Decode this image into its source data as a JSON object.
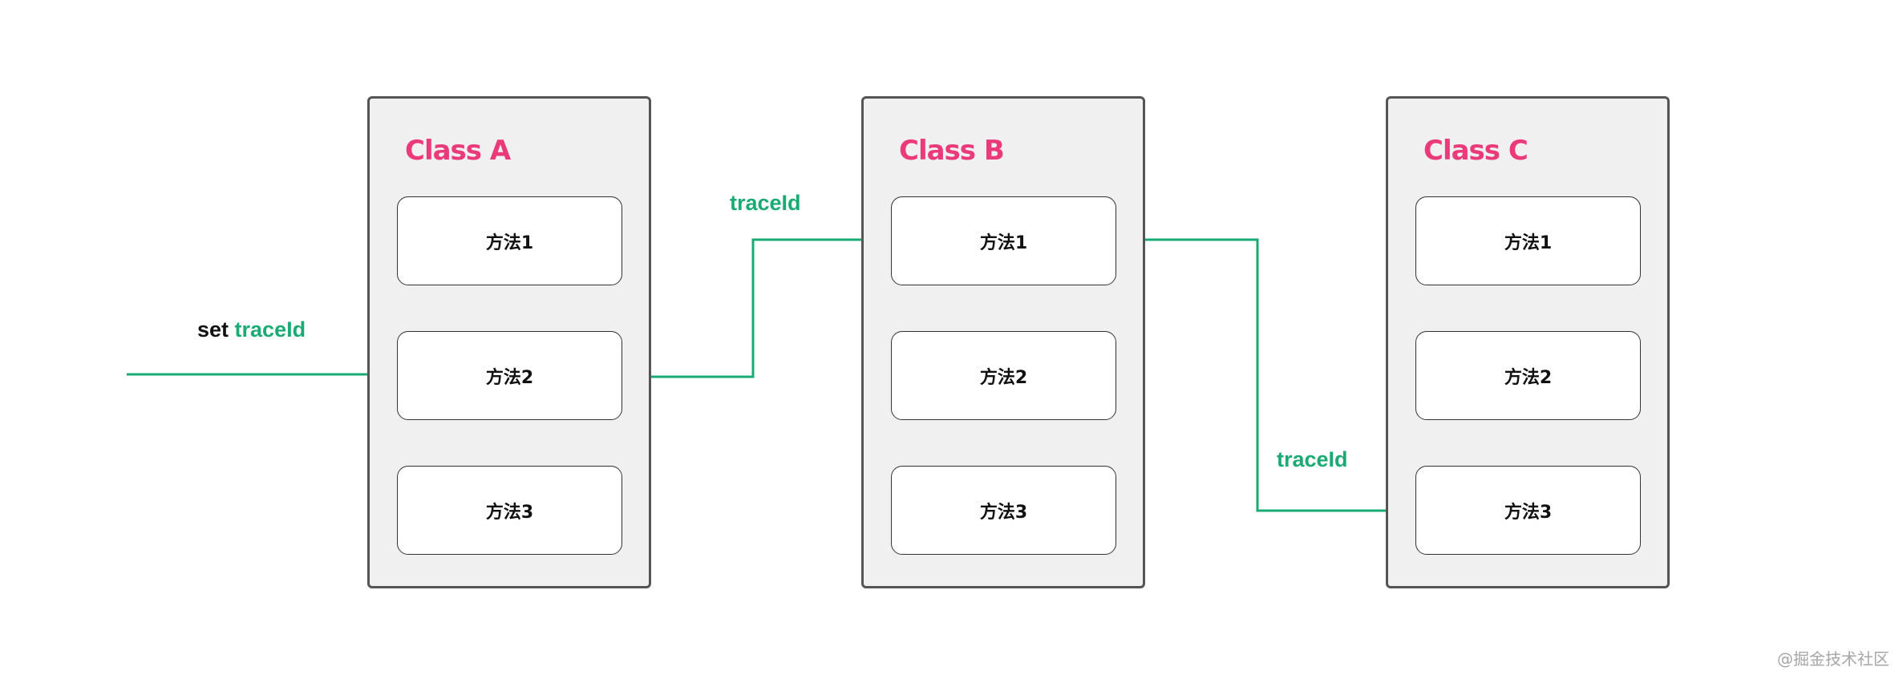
{
  "classes": [
    {
      "title": "Class A",
      "methods": [
        "方法1",
        "方法2",
        "方法3"
      ]
    },
    {
      "title": "Class B",
      "methods": [
        "方法1",
        "方法2",
        "方法3"
      ]
    },
    {
      "title": "Class C",
      "methods": [
        "方法1",
        "方法2",
        "方法3"
      ]
    }
  ],
  "labels": {
    "entry_prefix": "set",
    "entry_trace": "traceId",
    "a_to_b": "traceId",
    "b_to_c": "traceId"
  },
  "colors": {
    "class_title": "#ea3a7a",
    "connector": "#1aab74",
    "box_fill": "#f0f0f0"
  },
  "watermark": "@掘金技术社区"
}
